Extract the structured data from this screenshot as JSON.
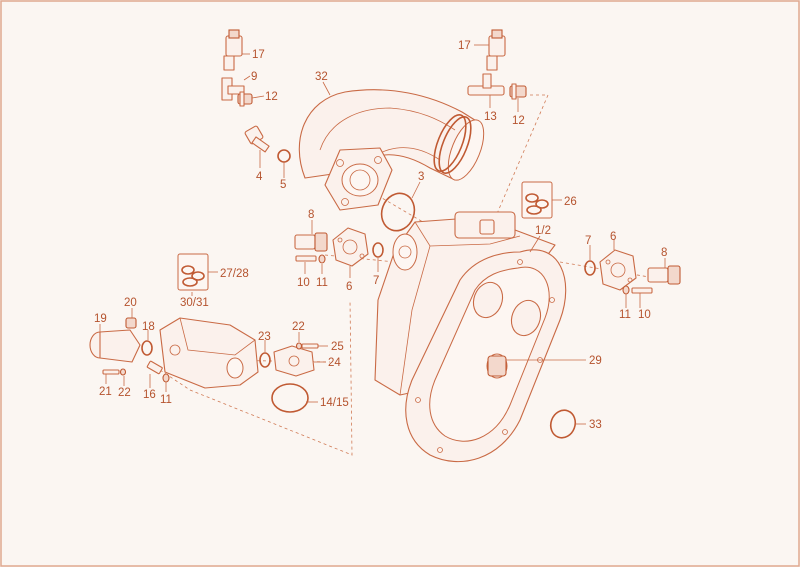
{
  "labels": [
    {
      "id": "17a",
      "text": "17"
    },
    {
      "id": "9",
      "text": "9"
    },
    {
      "id": "12a",
      "text": "12"
    },
    {
      "id": "32",
      "text": "32"
    },
    {
      "id": "17b",
      "text": "17"
    },
    {
      "id": "13",
      "text": "13"
    },
    {
      "id": "12b",
      "text": "12"
    },
    {
      "id": "4",
      "text": "4"
    },
    {
      "id": "5",
      "text": "5"
    },
    {
      "id": "3",
      "text": "3"
    },
    {
      "id": "26",
      "text": "26"
    },
    {
      "id": "1-2",
      "text": "1/2"
    },
    {
      "id": "8a",
      "text": "8"
    },
    {
      "id": "7a",
      "text": "7"
    },
    {
      "id": "6a",
      "text": "6"
    },
    {
      "id": "8b",
      "text": "8"
    },
    {
      "id": "10a",
      "text": "10"
    },
    {
      "id": "11a",
      "text": "11"
    },
    {
      "id": "6b",
      "text": "6"
    },
    {
      "id": "7b",
      "text": "7"
    },
    {
      "id": "27-28",
      "text": "27/28"
    },
    {
      "id": "30-31",
      "text": "30/31"
    },
    {
      "id": "11b",
      "text": "11"
    },
    {
      "id": "10b",
      "text": "10"
    },
    {
      "id": "20",
      "text": "20"
    },
    {
      "id": "19",
      "text": "19"
    },
    {
      "id": "18",
      "text": "18"
    },
    {
      "id": "22a",
      "text": "22"
    },
    {
      "id": "23",
      "text": "23"
    },
    {
      "id": "25",
      "text": "25"
    },
    {
      "id": "24",
      "text": "24"
    },
    {
      "id": "29",
      "text": "29"
    },
    {
      "id": "21",
      "text": "21"
    },
    {
      "id": "22b",
      "text": "22"
    },
    {
      "id": "16",
      "text": "16"
    },
    {
      "id": "11c",
      "text": "11"
    },
    {
      "id": "14-15",
      "text": "14/15"
    },
    {
      "id": "33",
      "text": "33"
    }
  ]
}
